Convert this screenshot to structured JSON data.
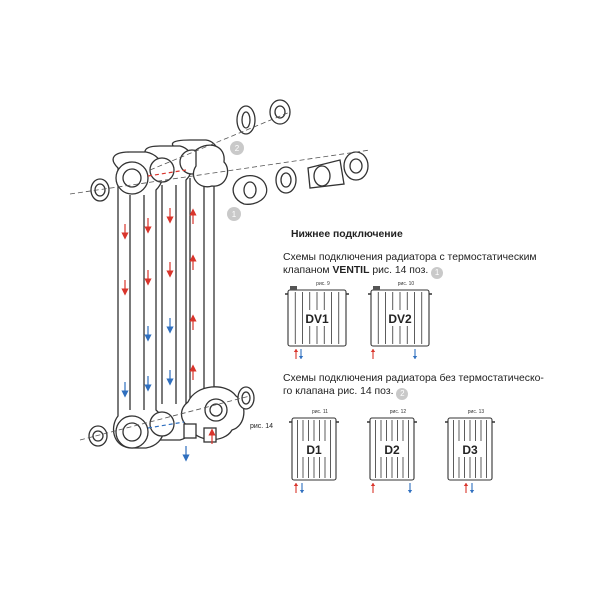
{
  "heading": "Нижнее подключение",
  "figure_main_label": "рис. 14",
  "callouts": [
    "1",
    "2"
  ],
  "section1": {
    "line1": "Схемы подключения радиатора с термостатическим",
    "line2_pre": "клапаном",
    "line2_bold": "VENTIL",
    "line2_post": "рис. 14 поз.",
    "badge": "1"
  },
  "section2": {
    "line1": "Схемы подключения радиатора без термостатическо-",
    "line2_pre": "го клапана рис. 14 поз.",
    "badge": "2"
  },
  "schemes_top": [
    {
      "fig": "рис. 9",
      "code": "DV1"
    },
    {
      "fig": "рис. 10",
      "code": "DV2"
    }
  ],
  "schemes_bottom": [
    {
      "fig": "рис. 11",
      "code": "D1"
    },
    {
      "fig": "рис. 12",
      "code": "D2"
    },
    {
      "fig": "рис. 13",
      "code": "D3"
    }
  ],
  "colors": {
    "supply": "#d9342b",
    "return": "#2f6fbf",
    "line": "#333333",
    "badge": "#c9c9c9"
  }
}
